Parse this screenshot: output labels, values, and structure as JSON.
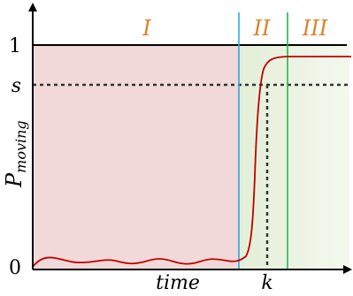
{
  "diagram": {
    "y_axis_label_main": "P",
    "y_axis_label_sub": "moving",
    "x_axis_label": "time",
    "y_ticks": {
      "top": "1",
      "threshold": "s",
      "bottom": "0"
    },
    "x_tick_k": "k",
    "regions": [
      "I",
      "II",
      "III"
    ],
    "colors": {
      "region_I_fill": "#f1d9d9",
      "region_II_III_fill": "#e9f2df",
      "region_label": "#d9822b",
      "curve": "#c00000",
      "boundary_I_II": "#2ea8d8",
      "boundary_II_III": "#2bb34a",
      "axes": "#000000",
      "dashed": "#333333"
    }
  }
}
